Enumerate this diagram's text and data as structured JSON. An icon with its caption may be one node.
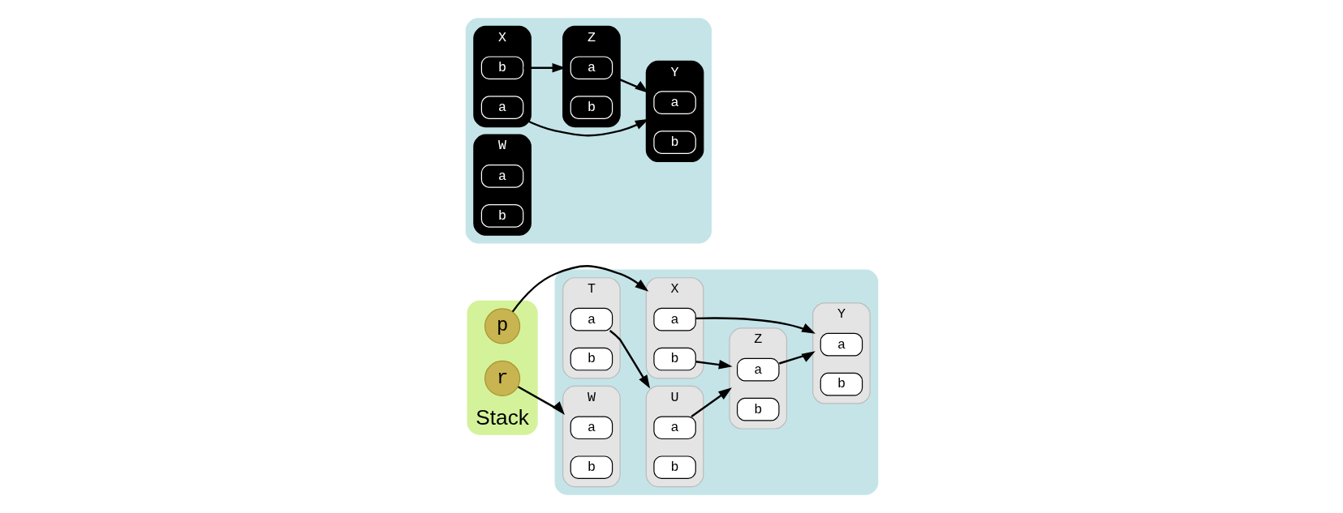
{
  "diagram": {
    "nodes": [
      {
        "text": [
          "Stack"
        ]
      },
      {
        "text": [
          "p"
        ],
        "in": 0
      },
      {
        "text": [
          "r"
        ],
        "in": 0
      },
      {
        "text": [],
        "shape": "box"
      },
      {
        "text": [
          "X"
        ],
        "in": 3
      },
      {
        "text": [
          "a"
        ],
        "in": 4
      },
      {
        "text": [
          "b"
        ],
        "in": 4
      },
      {
        "text": [
          "Y"
        ],
        "in": 3
      },
      {
        "text": [
          "a"
        ],
        "in": 7
      },
      {
        "text": [
          "b"
        ],
        "in": 7
      },
      {
        "text": [
          "T"
        ],
        "in": 3
      },
      {
        "text": [
          "a"
        ],
        "in": 10
      },
      {
        "text": [
          "b"
        ],
        "in": 10
      },
      {
        "text": [
          "W"
        ],
        "in": 3
      },
      {
        "text": [
          "a"
        ],
        "in": 13
      },
      {
        "text": [
          "b"
        ],
        "in": 13
      },
      {
        "text": [
          "Z"
        ],
        "in": 3
      },
      {
        "text": [
          "a"
        ],
        "in": 16
      },
      {
        "text": [
          "b"
        ],
        "in": 16
      },
      {
        "text": [
          "U"
        ],
        "in": 3
      },
      {
        "text": [
          "a"
        ],
        "in": 19
      },
      {
        "text": [
          "b"
        ],
        "in": 19
      },
      {
        "text": [],
        "shape": "box"
      },
      {
        "text": [
          "X"
        ],
        "in": 22
      },
      {
        "text": [
          "a"
        ],
        "in": 23
      },
      {
        "text": [
          "b"
        ],
        "in": 23
      },
      {
        "text": [
          "Y"
        ],
        "in": 22
      },
      {
        "text": [
          "a"
        ],
        "in": 26
      },
      {
        "text": [
          "b"
        ],
        "in": 26
      },
      {
        "text": [
          "Z"
        ],
        "in": 22
      },
      {
        "text": [
          "a"
        ],
        "in": 29
      },
      {
        "text": [
          "b"
        ],
        "in": 29
      },
      {
        "text": [
          "W"
        ],
        "in": 22
      },
      {
        "text": [
          "a"
        ],
        "in": 32
      },
      {
        "text": [
          "b"
        ],
        "in": 32
      }
    ],
    "edges": [
      {
        "from": 1,
        "to": 4,
        "arrow": "to"
      },
      {
        "from": 2,
        "to": 13,
        "arrow": "to"
      },
      {
        "from": 5,
        "to": 7,
        "arrow": "to"
      },
      {
        "from": 6,
        "to": 16,
        "arrow": "to"
      },
      {
        "from": 17,
        "to": 7,
        "arrow": "to"
      },
      {
        "from": 11,
        "to": 19,
        "arrow": "to"
      },
      {
        "from": 20,
        "to": 16,
        "arrow": "to"
      },
      {
        "from": 24,
        "to": 26,
        "arrow": "to"
      },
      {
        "from": 25,
        "to": 29,
        "arrow": "to"
      },
      {
        "from": 30,
        "to": 26,
        "arrow": "to"
      }
    ]
  }
}
